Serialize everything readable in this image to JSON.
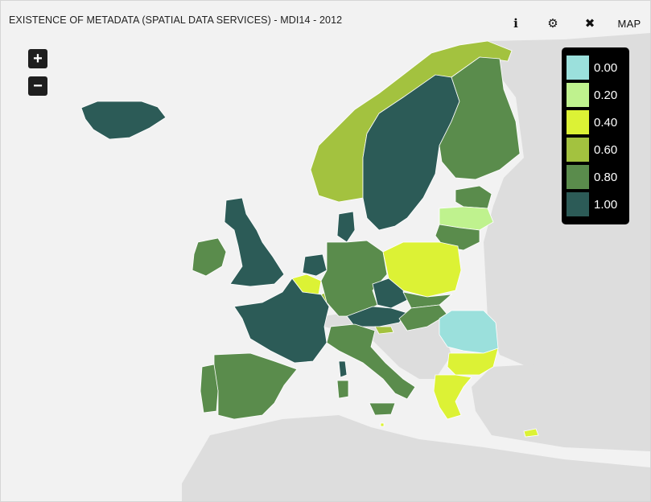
{
  "header": {
    "title": "EXISTENCE OF METADATA (SPATIAL DATA SERVICES) - MDI14 - 2012",
    "buttons": [
      {
        "icon": "info-icon",
        "glyph": "ℹ"
      },
      {
        "icon": "gear-icon",
        "glyph": "⚙"
      },
      {
        "icon": "close-icon",
        "glyph": "✖"
      },
      {
        "icon": "map-label",
        "label": "MAP"
      }
    ]
  },
  "zoom": {
    "in_label": "+",
    "out_label": "−"
  },
  "legend": {
    "items": [
      {
        "label": "0.00",
        "color": "#9be0dc"
      },
      {
        "label": "0.20",
        "color": "#bff28e"
      },
      {
        "label": "0.40",
        "color": "#dcf235"
      },
      {
        "label": "0.60",
        "color": "#a3c23f"
      },
      {
        "label": "0.80",
        "color": "#5a8c4c"
      },
      {
        "label": "1.00",
        "color": "#2c5b57"
      }
    ]
  },
  "colors": {
    "sea": "#f2f2f2",
    "non_member_land": "#dddddd"
  },
  "regions": [
    {
      "id": "iceland",
      "value": 1.0
    },
    {
      "id": "norway",
      "value": 0.6
    },
    {
      "id": "sweden",
      "value": 1.0
    },
    {
      "id": "finland",
      "value": 0.8
    },
    {
      "id": "estonia",
      "value": 0.8
    },
    {
      "id": "latvia",
      "value": 0.2
    },
    {
      "id": "lithuania",
      "value": 0.8
    },
    {
      "id": "denmark",
      "value": 1.0
    },
    {
      "id": "uk",
      "value": 1.0
    },
    {
      "id": "ireland",
      "value": 0.8
    },
    {
      "id": "netherlands",
      "value": 1.0
    },
    {
      "id": "belgium",
      "value": 0.4
    },
    {
      "id": "luxembourg",
      "value": 0.6
    },
    {
      "id": "germany",
      "value": 0.8
    },
    {
      "id": "poland",
      "value": 0.4
    },
    {
      "id": "czechia",
      "value": 1.0
    },
    {
      "id": "slovakia",
      "value": 0.8
    },
    {
      "id": "austria",
      "value": 1.0
    },
    {
      "id": "hungary",
      "value": 0.8
    },
    {
      "id": "slovenia",
      "value": 0.6
    },
    {
      "id": "romania",
      "value": 0.0
    },
    {
      "id": "bulgaria",
      "value": 0.4
    },
    {
      "id": "greece",
      "value": 0.4
    },
    {
      "id": "france",
      "value": 1.0
    },
    {
      "id": "spain",
      "value": 0.8
    },
    {
      "id": "portugal",
      "value": 0.8
    },
    {
      "id": "italy",
      "value": 0.8
    },
    {
      "id": "sardinia",
      "value": 0.8
    },
    {
      "id": "sicily",
      "value": 0.8
    },
    {
      "id": "corsica",
      "value": 1.0
    },
    {
      "id": "malta",
      "value": 0.4
    },
    {
      "id": "cyprus",
      "value": 0.4
    }
  ]
}
